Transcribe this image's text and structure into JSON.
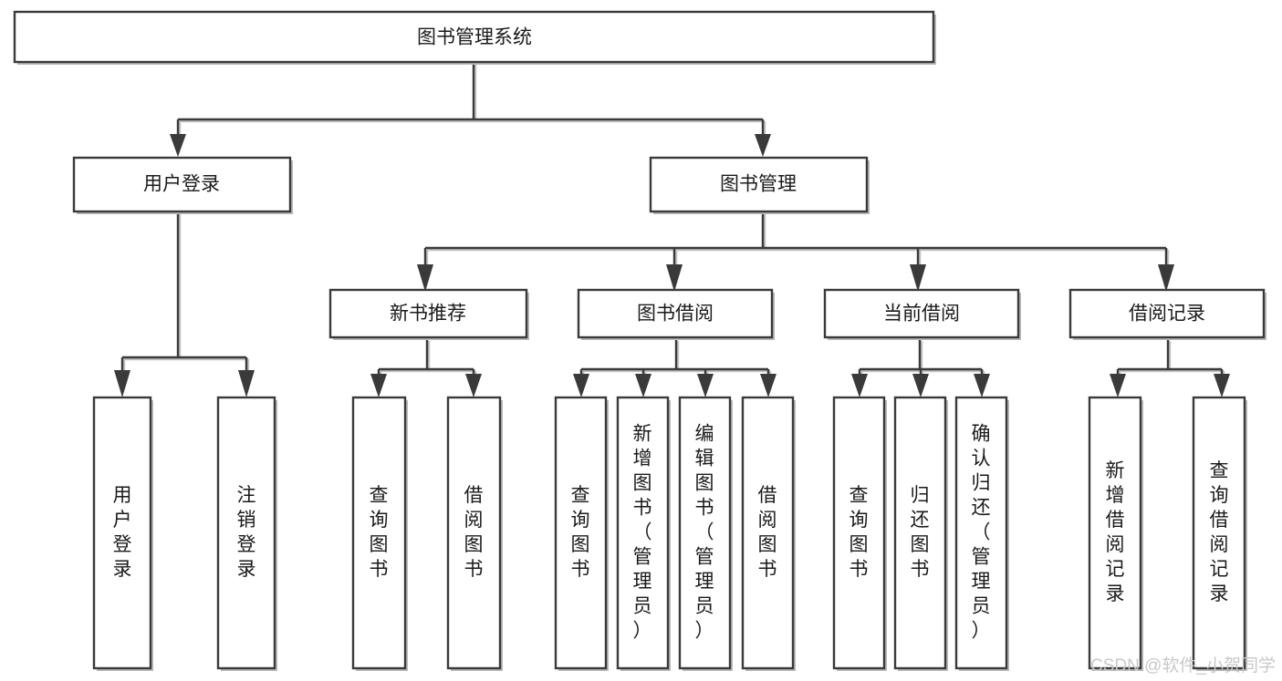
{
  "diagram": {
    "title": "图书管理系统",
    "type": "tree-hierarchy",
    "orientation": "top-down",
    "colors": {
      "box_stroke": "#3a3a3a",
      "box_fill": "#ffffff",
      "connector": "#3a3a3a",
      "text": "#1a1a1a",
      "shadow": "#bdbdbd",
      "watermark": "#c9c9c9",
      "background": "#ffffff"
    },
    "root": {
      "id": "root",
      "label": "图书管理系统"
    },
    "level2": [
      {
        "id": "user-login",
        "label": "用户登录"
      },
      {
        "id": "book-management",
        "label": "图书管理"
      }
    ],
    "level3": [
      {
        "id": "new-book-recommend",
        "label": "新书推荐",
        "parent": "book-management"
      },
      {
        "id": "book-borrow",
        "label": "图书借阅",
        "parent": "book-management"
      },
      {
        "id": "current-borrow",
        "label": "当前借阅",
        "parent": "book-management"
      },
      {
        "id": "borrow-record",
        "label": "借阅记录",
        "parent": "book-management"
      }
    ],
    "leaves": {
      "user-login": [
        {
          "id": "leaf-user-login",
          "label": "用户登录"
        },
        {
          "id": "leaf-user-logout",
          "label": "注销登录"
        }
      ],
      "new-book-recommend": [
        {
          "id": "leaf-query-book-1",
          "label": "查询图书"
        },
        {
          "id": "leaf-borrow-book-1",
          "label": "借阅图书"
        }
      ],
      "book-borrow": [
        {
          "id": "leaf-query-book-2",
          "label": "查询图书"
        },
        {
          "id": "leaf-add-book",
          "label": "新增图书（管理员）"
        },
        {
          "id": "leaf-edit-book",
          "label": "编辑图书（管理员）"
        },
        {
          "id": "leaf-borrow-book-2",
          "label": "借阅图书"
        }
      ],
      "current-borrow": [
        {
          "id": "leaf-query-book-3",
          "label": "查询图书"
        },
        {
          "id": "leaf-return-book",
          "label": "归还图书"
        },
        {
          "id": "leaf-confirm-return",
          "label": "确认归还（管理员）"
        }
      ],
      "borrow-record": [
        {
          "id": "leaf-add-record",
          "label": "新增借阅记录"
        },
        {
          "id": "leaf-query-record",
          "label": "查询借阅记录"
        }
      ]
    }
  },
  "watermark": {
    "text": "CSDN @软件_小贺同学"
  }
}
